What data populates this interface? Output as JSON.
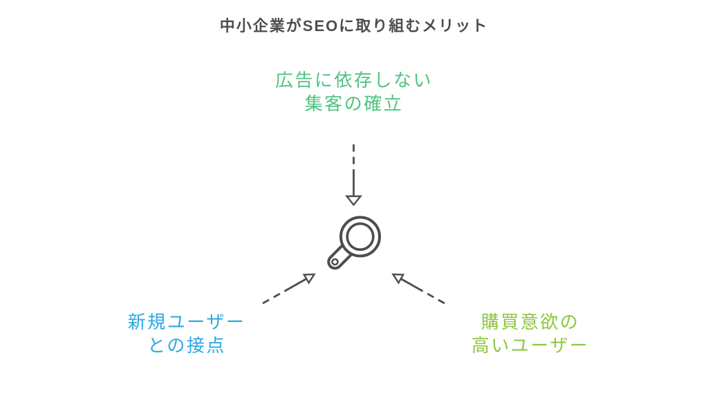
{
  "title": {
    "text": "中小企業がSEOに取り組むメリット",
    "color": "#4D4D4D"
  },
  "diagram": {
    "center_icon": {
      "name": "magnifier",
      "color": "#4D4D4D"
    },
    "arrow_color": "#4D4D4D",
    "nodes": {
      "top": {
        "lines": [
          "広告に依存しない",
          "集客の確立"
        ],
        "color": "#50C383"
      },
      "bottom_left": {
        "lines": [
          "新規ユーザー",
          "との接点"
        ],
        "color": "#2BA9E0"
      },
      "bottom_right": {
        "lines": [
          "購買意欲の",
          "高いユーザー"
        ],
        "color": "#8DC63F"
      }
    },
    "arrows": [
      {
        "from": "top-label",
        "to": "center-icon",
        "direction": "down",
        "style": "dashed-then-solid"
      },
      {
        "from": "bottom-left-label",
        "to": "center-icon",
        "direction": "up-right",
        "style": "dashed-then-solid"
      },
      {
        "from": "bottom-right-label",
        "to": "center-icon",
        "direction": "up-left",
        "style": "dashed-then-solid"
      }
    ]
  },
  "background": "#FFFFFF"
}
